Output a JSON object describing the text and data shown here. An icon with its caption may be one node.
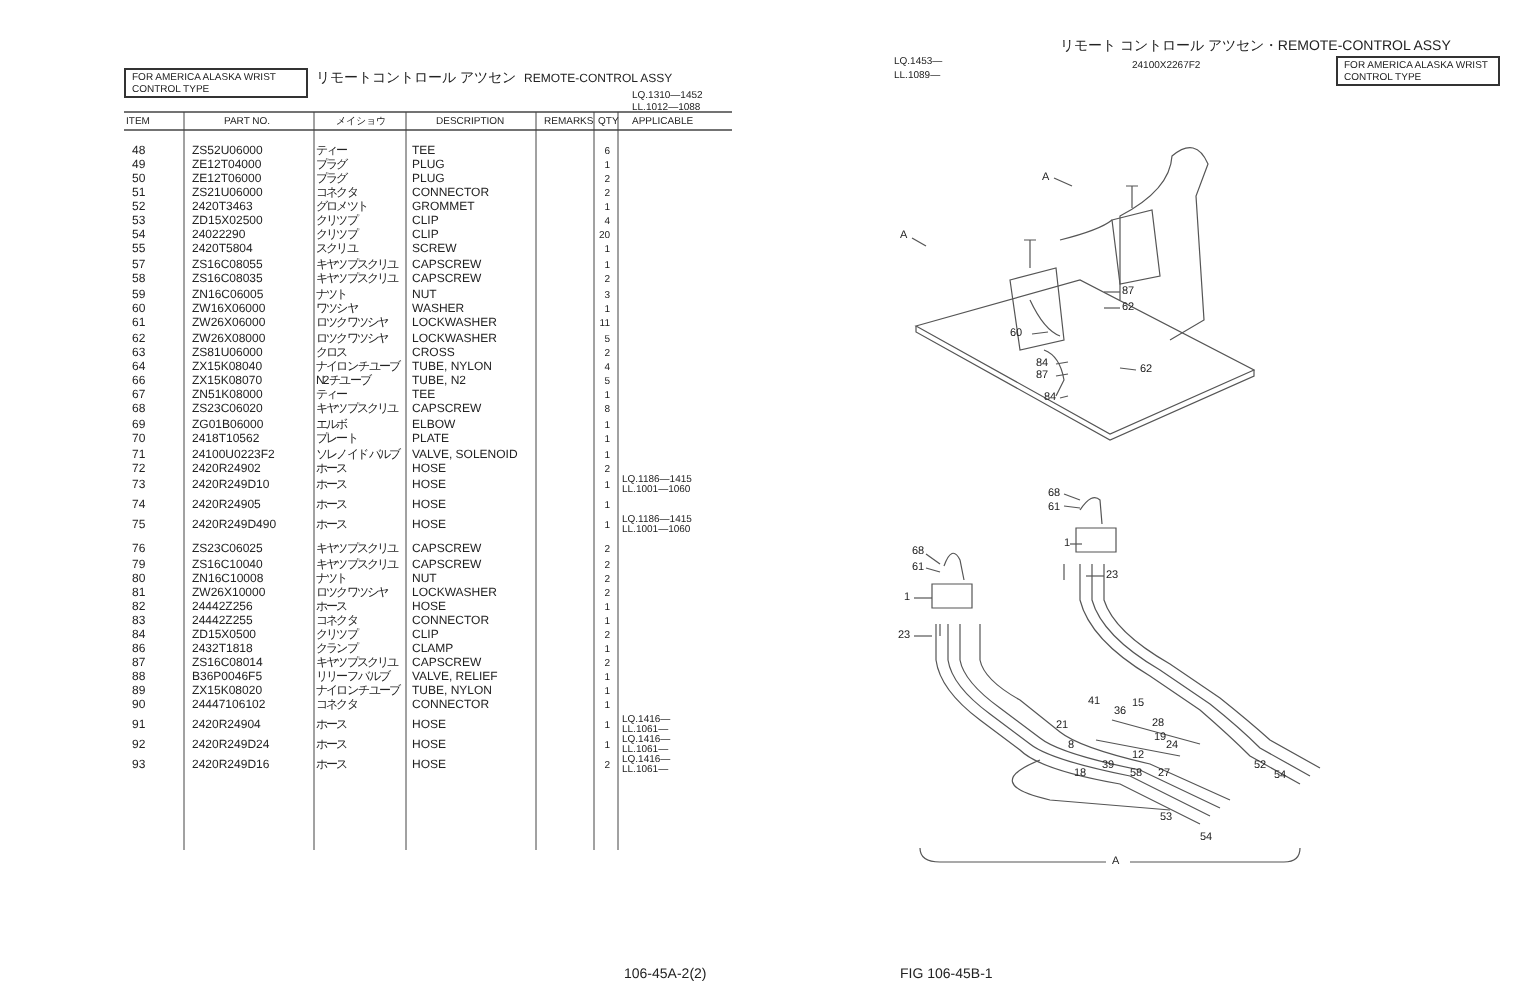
{
  "diagram": {
    "nodes": [
      {
        "text": [
          "FOR AMERICA ALASKA WRIST CONTROL TYPE"
        ]
      },
      {
        "text": [
          "FOR AMERICA ALASKA WRIST CONTROL TYPE"
        ]
      }
    ],
    "labels": [
      "リモートコントロール アツセン",
      "REMOTE-CONTROL ASSY",
      "LQ.1310—1452",
      "LL.1012—1088",
      "ITEM",
      "PART NO.",
      "メイショウ",
      "DESCRIPTION",
      "REMARKS",
      "QTY",
      "APPLICABLE",
      "48",
      "ZS52U06000",
      "ティー",
      "TEE",
      "6",
      "49",
      "ZE12T04000",
      "プラグ",
      "PLUG",
      "1",
      "50",
      "ZE12T06000",
      "プラグ",
      "PLUG",
      "2",
      "51",
      "ZS21U06000",
      "コネクタ",
      "CONNECTOR",
      "2",
      "52",
      "2420T3463",
      "グロメツト",
      "GROMMET",
      "1",
      "53",
      "ZD15X02500",
      "クリツプ",
      "CLIP",
      "4",
      "54",
      "24022290",
      "クリツプ",
      "CLIP",
      "20",
      "55",
      "2420T5804",
      "スクリユ",
      "SCREW",
      "1",
      "57",
      "ZS16C08055",
      "キヤツプスクリユ",
      "CAPSCREW",
      "1",
      "58",
      "ZS16C08035",
      "キヤツプスクリユ",
      "CAPSCREW",
      "2",
      "59",
      "ZN16C06005",
      "ナツト",
      "NUT",
      "3",
      "60",
      "ZW16X06000",
      "ワツシヤ",
      "WASHER",
      "1",
      "61",
      "ZW26X06000",
      "ロツクワツシヤ",
      "LOCKWASHER",
      "11",
      "62",
      "ZW26X08000",
      "ロツクワツシヤ",
      "LOCKWASHER",
      "5",
      "63",
      "ZS81U06000",
      "クロス",
      "CROSS",
      "2",
      "64",
      "ZX15K08040",
      "ナイロン チユーブ",
      "TUBE, NYLON",
      "4",
      "66",
      "ZX15K08070",
      "N2 チユーブ",
      "TUBE, N2",
      "5",
      "67",
      "ZN51K08000",
      "ティー",
      "TEE",
      "1",
      "68",
      "ZS23C06020",
      "キヤツプスクリユ",
      "CAPSCREW",
      "8",
      "69",
      "ZG01B06000",
      "エルボ",
      "ELBOW",
      "1",
      "70",
      "2418T10562",
      "プレート",
      "PLATE",
      "1",
      "71",
      "24100U0223F2",
      "ソレノイド バルブ",
      "VALVE, SOLENOID",
      "1",
      "72",
      "2420R24902",
      "ホース",
      "HOSE",
      "2",
      "73",
      "2420R249D10",
      "ホース",
      "HOSE",
      "1",
      "LQ.1186—1415",
      "LL.1001—1060",
      "74",
      "2420R24905",
      "ホース",
      "HOSE",
      "1",
      "75",
      "2420R249D490",
      "ホース",
      "HOSE",
      "1",
      "LQ.1186—1415",
      "LL.1001—1060",
      "76",
      "ZS23C06025",
      "キヤツプスクリユ",
      "CAPSCREW",
      "2",
      "79",
      "ZS16C10040",
      "キヤツプスクリユ",
      "CAPSCREW",
      "2",
      "80",
      "ZN16C10008",
      "ナツト",
      "NUT",
      "2",
      "81",
      "ZW26X10000",
      "ロツクワツシヤ",
      "LOCKWASHER",
      "2",
      "82",
      "24442Z256",
      "ホース",
      "HOSE",
      "1",
      "83",
      "24442Z255",
      "コネクタ",
      "CONNECTOR",
      "1",
      "84",
      "ZD15X0500",
      "クリツプ",
      "CLIP",
      "2",
      "86",
      "2432T1818",
      "クランプ",
      "CLAMP",
      "1",
      "87",
      "ZS16C08014",
      "キヤツプスクリユ",
      "CAPSCREW",
      "2",
      "88",
      "B36P0046F5",
      "リリーフ バルブ",
      "VALVE, RELIEF",
      "1",
      "89",
      "ZX15K08020",
      "ナイロン チユーブ",
      "TUBE, NYLON",
      "1",
      "90",
      "24447106102",
      "コネクタ",
      "CONNECTOR",
      "1",
      "91",
      "2420R24904",
      "ホース",
      "HOSE",
      "1",
      "LQ.1416—",
      "LL.1061—",
      "92",
      "2420R249D24",
      "ホース",
      "HOSE",
      "1",
      "LQ.1416—",
      "LL.1061—",
      "93",
      "2420R249D16",
      "ホース",
      "HOSE",
      "2",
      "LQ.1416—",
      "LL.1061—",
      "106-45A-2(2)",
      "LQ.1453—",
      "LL.1089—",
      "リモート コントロール アツセン・REMOTE-CONTROL ASSY",
      "24100X2267F2",
      "A",
      "A",
      "87",
      "62",
      "60",
      "84",
      "87",
      "62",
      "84",
      "68",
      "61",
      "68",
      "61",
      "1",
      "23",
      "1",
      "23",
      "41",
      "36",
      "15",
      "21",
      "28",
      "19",
      "8",
      "24",
      "12",
      "39",
      "18",
      "58",
      "27",
      "52",
      "54",
      "53",
      "54",
      "A",
      "FIG 106-45B-1"
    ]
  }
}
